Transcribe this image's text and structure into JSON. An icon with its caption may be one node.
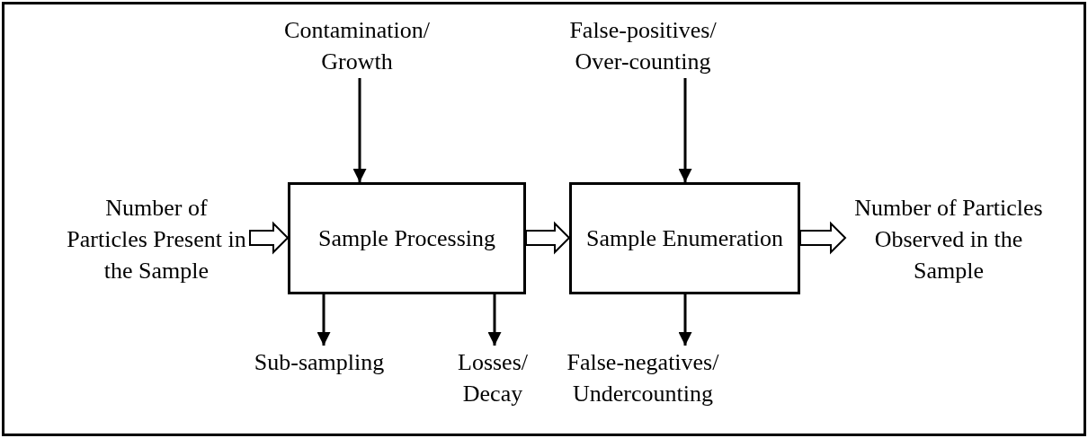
{
  "diagram": {
    "nodes": [
      {
        "text": [
          "Number of Particles Present in the Sample"
        ]
      },
      {
        "text": [
          "Sample Processing"
        ]
      },
      {
        "text": [
          "Sample Enumeration"
        ]
      },
      {
        "text": [
          "Number of Particles Observed in the Sample"
        ]
      },
      {
        "text": [
          "Contamination/ Growth"
        ]
      },
      {
        "text": [
          "False-positives/ Over-counting"
        ]
      },
      {
        "text": [
          "Sub-sampling"
        ]
      },
      {
        "text": [
          "Losses/ Decay"
        ]
      },
      {
        "text": [
          "False-negatives/ Undercounting"
        ]
      }
    ],
    "edges": [
      {
        "from": 0,
        "to": 1,
        "arrow": "to",
        "style": "thick"
      },
      {
        "from": 1,
        "to": 2,
        "arrow": "to",
        "style": "thick"
      },
      {
        "from": 2,
        "to": 3,
        "arrow": "to",
        "style": "thick"
      },
      {
        "from": 4,
        "to": 1,
        "arrow": "to"
      },
      {
        "from": 5,
        "to": 2,
        "arrow": "to"
      },
      {
        "from": 1,
        "to": 6,
        "arrow": "to"
      },
      {
        "from": 1,
        "to": 7,
        "arrow": "to"
      },
      {
        "from": 2,
        "to": 8,
        "arrow": "to"
      }
    ]
  }
}
